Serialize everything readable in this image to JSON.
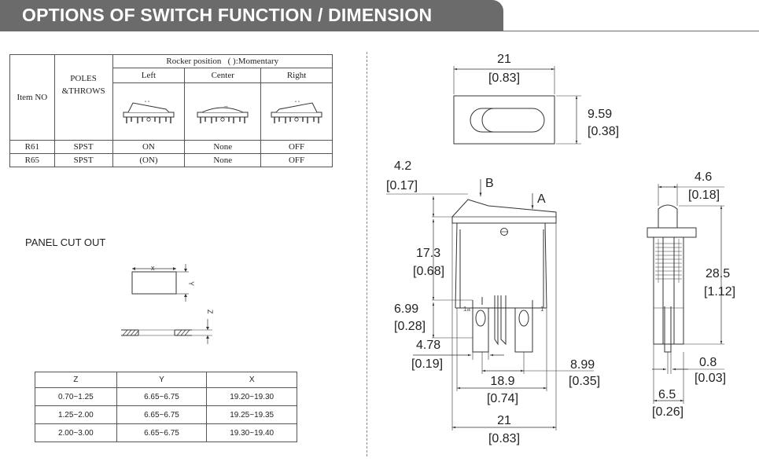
{
  "header": {
    "title": "OPTIONS OF SWITCH FUNCTION / DIMENSION",
    "accent": "#6b6b6b"
  },
  "spec_table": {
    "col_item": "Item NO",
    "col_poles_1": "POLES",
    "col_poles_2": "&THROWS",
    "rocker_position": "Rocker position",
    "rocker_paren": "(     ):Momentary",
    "positions": [
      "Left",
      "Center",
      "Right"
    ],
    "rows": [
      {
        "item": "R61",
        "poles": "SPST",
        "left": "ON",
        "center": "None",
        "right": "OFF"
      },
      {
        "item": "R65",
        "poles": "SPST",
        "left": "(ON)",
        "center": "None",
        "right": "OFF"
      }
    ]
  },
  "panel_cutout": {
    "title": "PANEL CUT OUT",
    "x_label": "X",
    "y_label": "Y",
    "z_label": "Z",
    "columns": [
      "Z",
      "Y",
      "X"
    ],
    "rows": [
      [
        "0.70~1.25",
        "6.65~6.75",
        "19.20~19.30"
      ],
      [
        "1.25~2.00",
        "6.65~6.75",
        "19.25~19.35"
      ],
      [
        "2.00~3.00",
        "6.65~6.75",
        "19.30~19.40"
      ]
    ]
  },
  "dimensions": {
    "top_width": "21",
    "top_width_in": "[0.83]",
    "top_height": "9.59",
    "top_height_in": "[0.38]",
    "d_4_2": "4.2",
    "d_4_2_in": "[0.17]",
    "label_b": "B",
    "label_a": "A",
    "d_17_3": "17.3",
    "d_17_3_in": "[0.68]",
    "d_6_99": "6.99",
    "d_6_99_in": "[0.28]",
    "d_4_78": "4.78",
    "d_4_78_in": "[0.19]",
    "d_8_99": "8.99",
    "d_8_99_in": "[0.35]",
    "d_18_9": "18.9",
    "d_18_9_in": "[0.74]",
    "d_21": "21",
    "d_21_in": "[0.83]",
    "term_1a": "1a",
    "term_1": "1",
    "d_4_6": "4.6",
    "d_4_6_in": "[0.18]",
    "d_28_5": "28.5",
    "d_28_5_in": "[1.12]",
    "d_0_8": "0.8",
    "d_0_8_in": "[0.03]",
    "d_6_5": "6.5",
    "d_6_5_in": "[0.26]"
  }
}
